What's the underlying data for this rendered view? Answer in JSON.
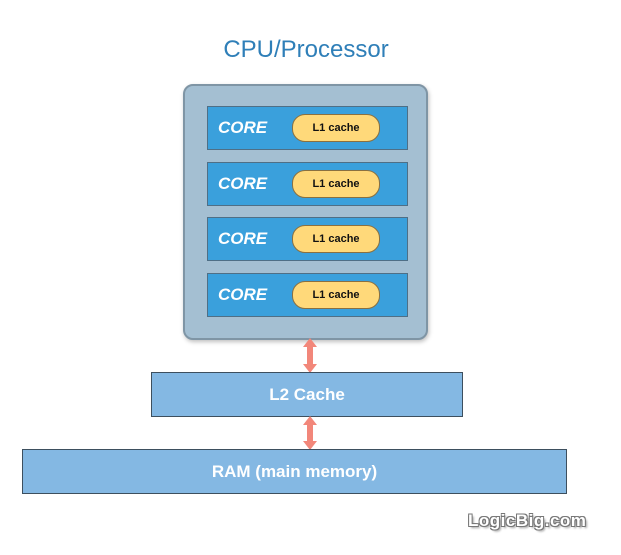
{
  "diagram": {
    "title": "CPU/Processor",
    "cores": [
      {
        "label": "CORE",
        "cache": "L1 cache"
      },
      {
        "label": "CORE",
        "cache": "L1 cache"
      },
      {
        "label": "CORE",
        "cache": "L1 cache"
      },
      {
        "label": "CORE",
        "cache": "L1 cache"
      }
    ],
    "l2_cache": "L2 Cache",
    "ram": "RAM (main memory)",
    "watermark": "LogicBig.com"
  },
  "colors": {
    "title": "#2f7fb8",
    "cpu_box": "#a4bfd2",
    "core": "#3aa0dc",
    "l1_cache": "#ffd97a",
    "memory_block": "#84b8e3",
    "arrow": "#f2877a"
  }
}
